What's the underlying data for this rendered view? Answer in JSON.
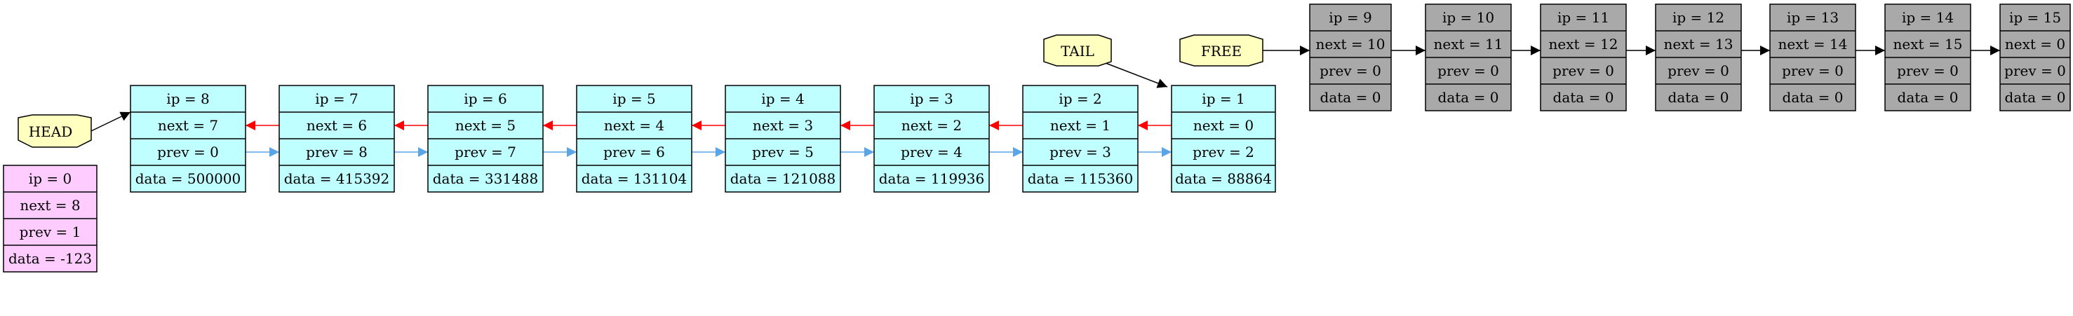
{
  "diagram": {
    "colors": {
      "active_fill": "#bfffff",
      "free_fill": "#a9a9a9",
      "zero_fill": "#ffccff",
      "marker_fill": "#ffffc0",
      "next_edge": "#ff0000",
      "prev_edge": "#5aa5e6",
      "free_edge": "#000000",
      "border": "#000000"
    },
    "labels": {
      "head": "HEAD",
      "tail": "TAIL",
      "free": "FREE"
    },
    "nodes": [
      {
        "id": "n0",
        "kind": "zero",
        "fields": [
          "ip = 0",
          "next = 8",
          "prev = 1",
          "data = -123"
        ]
      },
      {
        "id": "n8",
        "kind": "active",
        "fields": [
          "ip = 8",
          "next = 7",
          "prev = 0",
          "data = 500000"
        ]
      },
      {
        "id": "n7",
        "kind": "active",
        "fields": [
          "ip = 7",
          "next = 6",
          "prev = 8",
          "data = 415392"
        ]
      },
      {
        "id": "n6",
        "kind": "active",
        "fields": [
          "ip = 6",
          "next = 5",
          "prev = 7",
          "data = 331488"
        ]
      },
      {
        "id": "n5",
        "kind": "active",
        "fields": [
          "ip = 5",
          "next = 4",
          "prev = 6",
          "data = 131104"
        ]
      },
      {
        "id": "n4",
        "kind": "active",
        "fields": [
          "ip = 4",
          "next = 3",
          "prev = 5",
          "data = 121088"
        ]
      },
      {
        "id": "n3",
        "kind": "active",
        "fields": [
          "ip = 3",
          "next = 2",
          "prev = 4",
          "data = 119936"
        ]
      },
      {
        "id": "n2",
        "kind": "active",
        "fields": [
          "ip = 2",
          "next = 1",
          "prev = 3",
          "data = 115360"
        ]
      },
      {
        "id": "n1",
        "kind": "active",
        "fields": [
          "ip = 1",
          "next = 0",
          "prev = 2",
          "data = 88864"
        ]
      },
      {
        "id": "n9",
        "kind": "free",
        "fields": [
          "ip = 9",
          "next = 10",
          "prev = 0",
          "data = 0"
        ]
      },
      {
        "id": "n10",
        "kind": "free",
        "fields": [
          "ip = 10",
          "next = 11",
          "prev = 0",
          "data = 0"
        ]
      },
      {
        "id": "n11",
        "kind": "free",
        "fields": [
          "ip = 11",
          "next = 12",
          "prev = 0",
          "data = 0"
        ]
      },
      {
        "id": "n12",
        "kind": "free",
        "fields": [
          "ip = 12",
          "next = 13",
          "prev = 0",
          "data = 0"
        ]
      },
      {
        "id": "n13",
        "kind": "free",
        "fields": [
          "ip = 13",
          "next = 14",
          "prev = 0",
          "data = 0"
        ]
      },
      {
        "id": "n14",
        "kind": "free",
        "fields": [
          "ip = 14",
          "next = 15",
          "prev = 0",
          "data = 0"
        ]
      },
      {
        "id": "n15",
        "kind": "free",
        "fields": [
          "ip = 15",
          "next = 0",
          "prev = 0",
          "data = 0"
        ]
      }
    ],
    "edges": [
      {
        "from": "head",
        "to": "n8",
        "kind": "pointer"
      },
      {
        "from": "tail",
        "to": "n1",
        "kind": "pointer"
      },
      {
        "from": "free",
        "to": "n9",
        "kind": "free"
      },
      {
        "from": "n8",
        "to": "n7",
        "kind": "prev"
      },
      {
        "from": "n7",
        "to": "n8",
        "kind": "next"
      },
      {
        "from": "n7",
        "to": "n6",
        "kind": "prev"
      },
      {
        "from": "n6",
        "to": "n7",
        "kind": "next"
      },
      {
        "from": "n6",
        "to": "n5",
        "kind": "prev"
      },
      {
        "from": "n5",
        "to": "n6",
        "kind": "next"
      },
      {
        "from": "n5",
        "to": "n4",
        "kind": "prev"
      },
      {
        "from": "n4",
        "to": "n5",
        "kind": "next"
      },
      {
        "from": "n4",
        "to": "n3",
        "kind": "prev"
      },
      {
        "from": "n3",
        "to": "n4",
        "kind": "next"
      },
      {
        "from": "n3",
        "to": "n2",
        "kind": "prev"
      },
      {
        "from": "n2",
        "to": "n3",
        "kind": "next"
      },
      {
        "from": "n2",
        "to": "n1",
        "kind": "prev"
      },
      {
        "from": "n1",
        "to": "n2",
        "kind": "next"
      },
      {
        "from": "n9",
        "to": "n10",
        "kind": "free"
      },
      {
        "from": "n10",
        "to": "n11",
        "kind": "free"
      },
      {
        "from": "n11",
        "to": "n12",
        "kind": "free"
      },
      {
        "from": "n12",
        "to": "n13",
        "kind": "free"
      },
      {
        "from": "n13",
        "to": "n14",
        "kind": "free"
      },
      {
        "from": "n14",
        "to": "n15",
        "kind": "free"
      }
    ]
  }
}
